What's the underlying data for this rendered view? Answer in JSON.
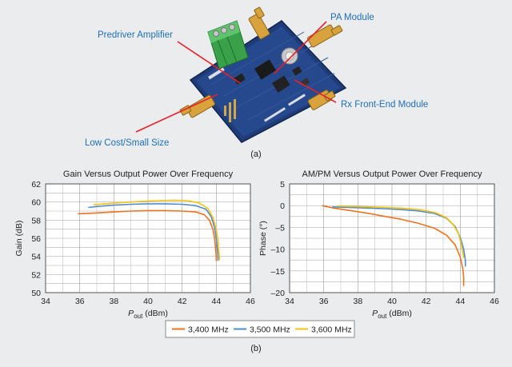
{
  "photo": {
    "caption": "(a)",
    "callouts": {
      "pa_module": "PA Module",
      "predriver": "Predriver Amplifier",
      "rx_frontend": "Rx Front-End Module",
      "low_cost": "Low Cost/Small Size"
    }
  },
  "figure_caption": "(b)",
  "legend": [
    "3,400 MHz",
    "3,500 MHz",
    "3,600 MHz"
  ],
  "colors": {
    "3400": "#f2711c",
    "3500": "#4e8ccf",
    "3600": "#f6c20f",
    "callout_text": "#1f6fb5",
    "callout_line": "#e8202a"
  },
  "chart_data": [
    {
      "type": "line",
      "title": "Gain Versus Output Power Over Frequency",
      "xlabel": {
        "main": "P",
        "sub": "out",
        "rest": " (dBm)"
      },
      "ylabel": "Gain (dB)",
      "xlim": [
        34,
        46
      ],
      "ylim": [
        50,
        62
      ],
      "xticks": [
        34,
        36,
        38,
        40,
        42,
        44,
        46
      ],
      "yticks": [
        50,
        52,
        54,
        56,
        58,
        60,
        62
      ],
      "grid": true,
      "series": [
        {
          "name": "3,400 MHz",
          "color": "#f2711c",
          "points": [
            [
              35.9,
              58.7
            ],
            [
              37,
              58.8
            ],
            [
              38,
              58.9
            ],
            [
              39,
              59.0
            ],
            [
              40,
              59.05
            ],
            [
              41,
              59.05
            ],
            [
              42,
              59.0
            ],
            [
              42.8,
              58.9
            ],
            [
              43.3,
              58.6
            ],
            [
              43.6,
              58.0
            ],
            [
              43.8,
              57.0
            ],
            [
              43.9,
              56.0
            ],
            [
              43.95,
              55.0
            ],
            [
              44.0,
              54.0
            ],
            [
              44.0,
              53.5
            ]
          ]
        },
        {
          "name": "3,500 MHz",
          "color": "#4e8ccf",
          "points": [
            [
              36.5,
              59.4
            ],
            [
              37,
              59.5
            ],
            [
              38,
              59.65
            ],
            [
              39,
              59.75
            ],
            [
              40,
              59.8
            ],
            [
              41,
              59.8
            ],
            [
              42,
              59.75
            ],
            [
              42.8,
              59.6
            ],
            [
              43.4,
              59.2
            ],
            [
              43.7,
              58.4
            ],
            [
              43.9,
              57.2
            ],
            [
              44.0,
              56.0
            ],
            [
              44.05,
              55.0
            ],
            [
              44.1,
              54.0
            ],
            [
              44.1,
              53.5
            ]
          ]
        },
        {
          "name": "3,600 MHz",
          "color": "#f6c20f",
          "points": [
            [
              36.8,
              59.7
            ],
            [
              37.5,
              59.8
            ],
            [
              38.5,
              59.95
            ],
            [
              39.5,
              60.05
            ],
            [
              40.5,
              60.15
            ],
            [
              41.5,
              60.2
            ],
            [
              42.3,
              60.15
            ],
            [
              43,
              59.9
            ],
            [
              43.5,
              59.3
            ],
            [
              43.8,
              58.3
            ],
            [
              44.0,
              57.0
            ],
            [
              44.1,
              55.8
            ],
            [
              44.15,
              54.6
            ],
            [
              44.2,
              53.6
            ]
          ]
        }
      ]
    },
    {
      "type": "line",
      "title": "AM/PM Versus Output Power Over Frequency",
      "xlabel": {
        "main": "P",
        "sub": "out",
        "rest": " (dBm)"
      },
      "ylabel": "Phase (°)",
      "xlim": [
        34,
        46
      ],
      "ylim": [
        -20,
        5
      ],
      "xticks": [
        34,
        36,
        38,
        40,
        42,
        44,
        46
      ],
      "yticks": [
        -20,
        -15,
        -10,
        -5,
        0,
        5
      ],
      "grid": true,
      "series": [
        {
          "name": "3,400 MHz",
          "color": "#f2711c",
          "points": [
            [
              35.9,
              0
            ],
            [
              36.5,
              -0.5
            ],
            [
              37.5,
              -1.1
            ],
            [
              38.5,
              -1.7
            ],
            [
              39.5,
              -2.4
            ],
            [
              40.5,
              -3.1
            ],
            [
              41.5,
              -4.0
            ],
            [
              42.5,
              -5.2
            ],
            [
              43.2,
              -6.8
            ],
            [
              43.7,
              -9.0
            ],
            [
              44.0,
              -11.8
            ],
            [
              44.15,
              -14.5
            ],
            [
              44.2,
              -16.5
            ],
            [
              44.2,
              -18.5
            ]
          ]
        },
        {
          "name": "3,500 MHz",
          "color": "#4e8ccf",
          "points": [
            [
              36.5,
              -0.3
            ],
            [
              37.5,
              -0.4
            ],
            [
              38.5,
              -0.55
            ],
            [
              39.5,
              -0.7
            ],
            [
              40.5,
              -0.9
            ],
            [
              41.5,
              -1.2
            ],
            [
              42.5,
              -1.8
            ],
            [
              43.2,
              -2.9
            ],
            [
              43.7,
              -4.8
            ],
            [
              44.0,
              -7.3
            ],
            [
              44.2,
              -10.0
            ],
            [
              44.3,
              -12.5
            ],
            [
              44.3,
              -14.0
            ]
          ]
        },
        {
          "name": "3,600 MHz",
          "color": "#f6c20f",
          "points": [
            [
              36.8,
              -0.1
            ],
            [
              37.8,
              -0.2
            ],
            [
              38.8,
              -0.3
            ],
            [
              39.8,
              -0.45
            ],
            [
              40.8,
              -0.65
            ],
            [
              41.8,
              -1.0
            ],
            [
              42.6,
              -1.7
            ],
            [
              43.2,
              -2.8
            ],
            [
              43.6,
              -4.4
            ],
            [
              43.9,
              -6.5
            ],
            [
              44.05,
              -8.7
            ],
            [
              44.15,
              -10.8
            ],
            [
              44.2,
              -12.0
            ]
          ]
        }
      ]
    }
  ]
}
